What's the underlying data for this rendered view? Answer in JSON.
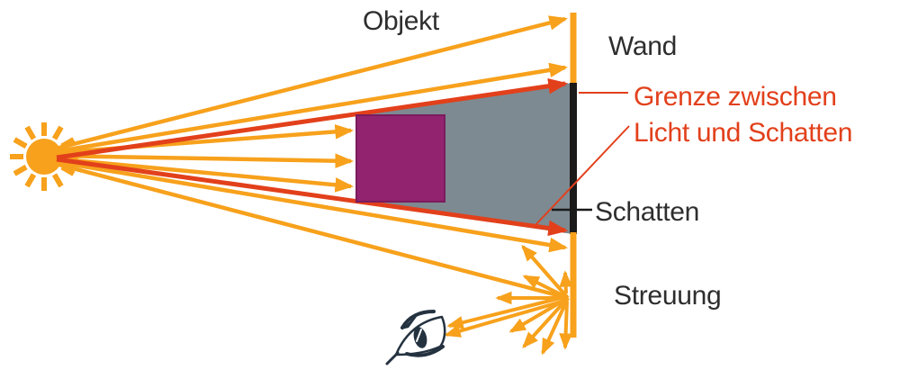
{
  "labels": {
    "objekt": "Objekt",
    "wand": "Wand",
    "grenze_line1": "Grenze zwischen",
    "grenze_line2": "Licht und Schatten",
    "schatten": "Schatten",
    "streuung": "Streuung"
  },
  "icons": {
    "light_source": "sun-burst-icon",
    "observer": "eye-icon"
  },
  "colors": {
    "orange": "#F7A11C",
    "red": "#E2401B",
    "gray": "#7D8A92",
    "purple": "#92246F",
    "wall": "#1A1A1A",
    "text": "#2E2E2E",
    "ink": "#243240",
    "bg": "#FFFFFF"
  }
}
